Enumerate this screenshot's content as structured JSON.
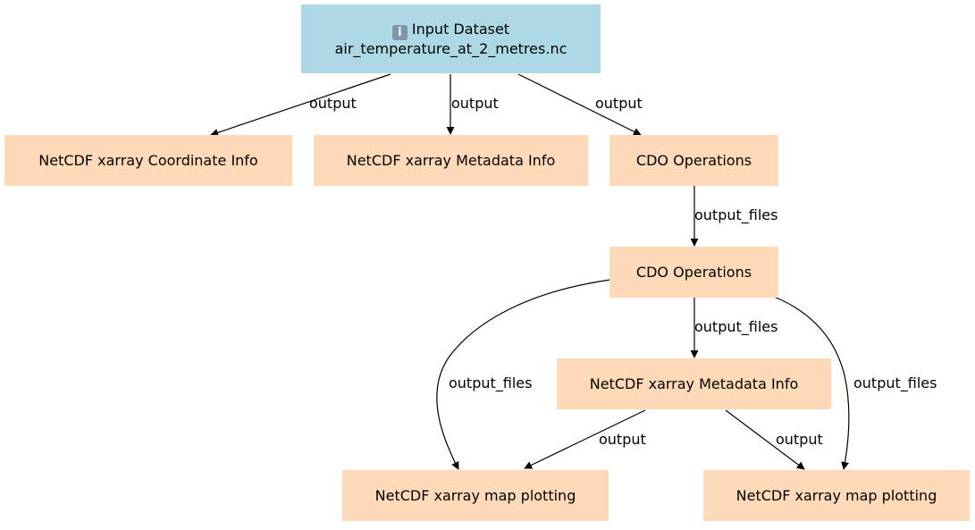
{
  "colors": {
    "input_fill": "#add8e6",
    "step_fill": "#ffdab9",
    "edge": "#000000"
  },
  "nodes": {
    "input": {
      "icon": "info-icon",
      "icon_glyph": "i",
      "title": "Input Dataset",
      "subtitle": "air_temperature_at_2_metres.nc"
    },
    "coord_info": {
      "label": "NetCDF xarray Coordinate Info"
    },
    "metadata_info_1": {
      "label": "NetCDF xarray Metadata Info"
    },
    "cdo_ops_1": {
      "label": "CDO Operations"
    },
    "cdo_ops_2": {
      "label": "CDO Operations"
    },
    "metadata_info_2": {
      "label": "NetCDF xarray Metadata Info"
    },
    "map_plot_1": {
      "label": "NetCDF xarray map plotting"
    },
    "map_plot_2": {
      "label": "NetCDF xarray map plotting"
    }
  },
  "edges": [
    {
      "from": "input",
      "to": "coord_info",
      "label": "output"
    },
    {
      "from": "input",
      "to": "metadata_info_1",
      "label": "output"
    },
    {
      "from": "input",
      "to": "cdo_ops_1",
      "label": "output"
    },
    {
      "from": "cdo_ops_1",
      "to": "cdo_ops_2",
      "label": "output_files"
    },
    {
      "from": "cdo_ops_2",
      "to": "map_plot_1",
      "label": "output_files"
    },
    {
      "from": "cdo_ops_2",
      "to": "metadata_info_2",
      "label": "output_files"
    },
    {
      "from": "cdo_ops_2",
      "to": "map_plot_2",
      "label": "output_files"
    },
    {
      "from": "metadata_info_2",
      "to": "map_plot_1",
      "label": "output"
    },
    {
      "from": "metadata_info_2",
      "to": "map_plot_2",
      "label": "output"
    }
  ]
}
